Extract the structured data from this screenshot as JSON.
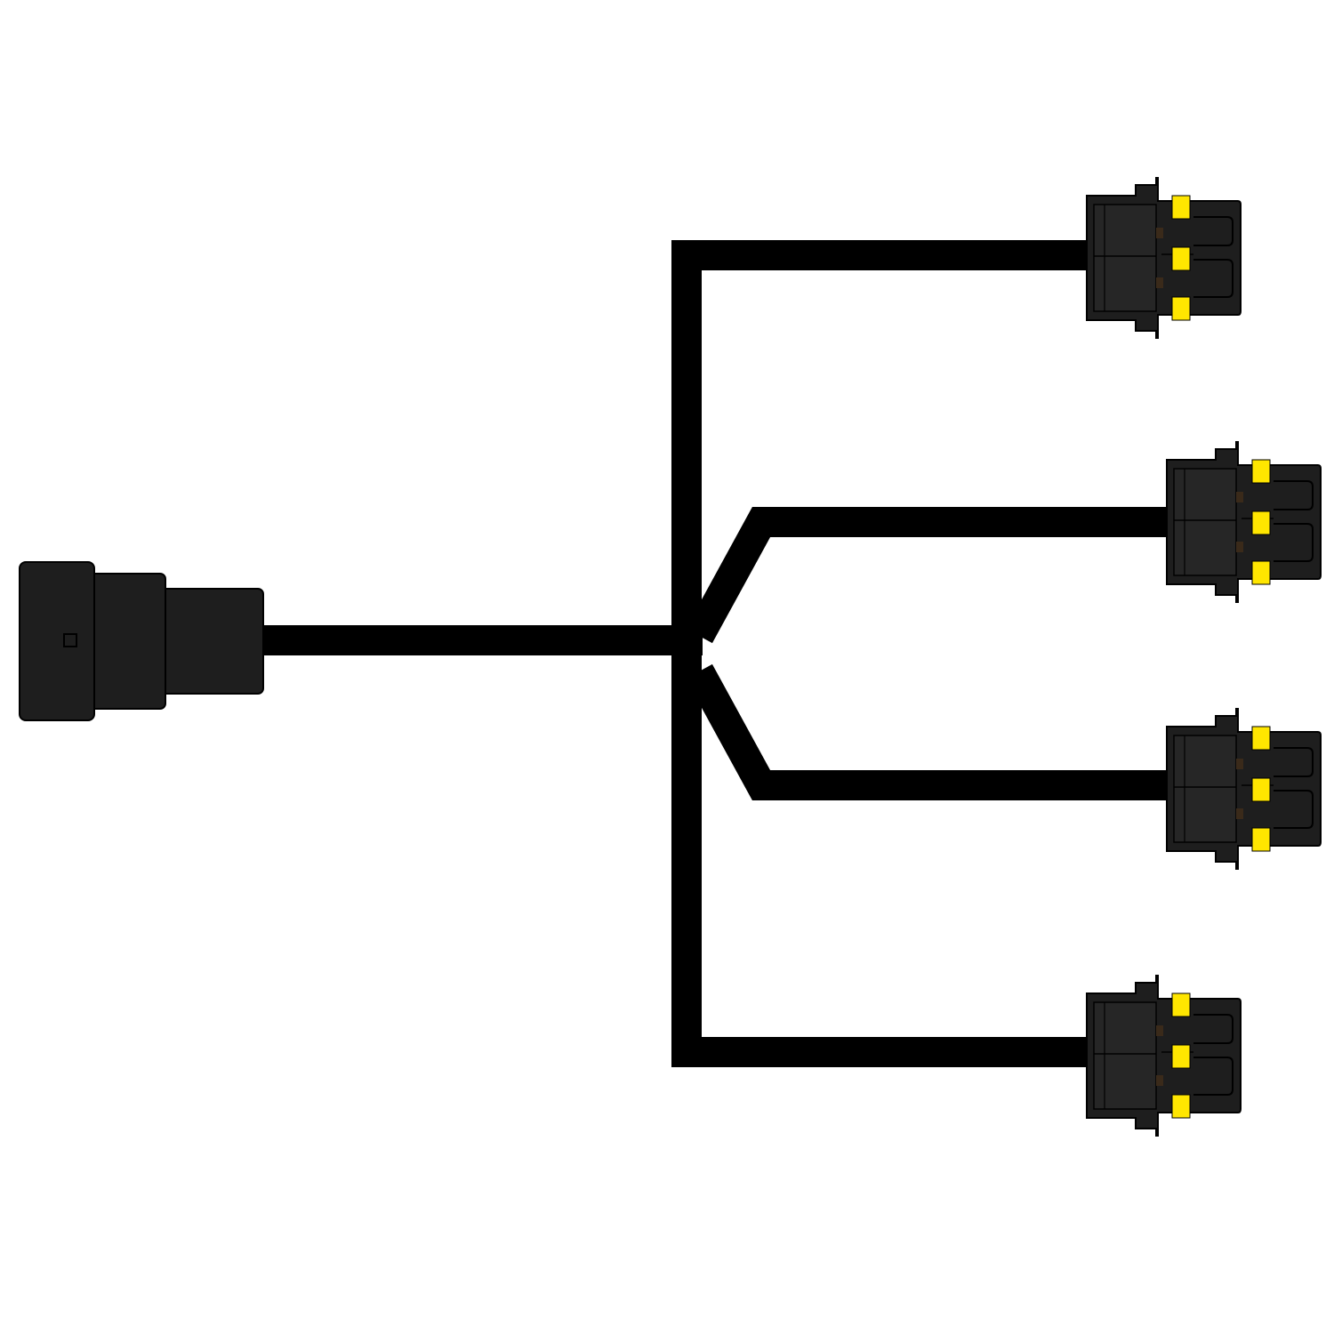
{
  "diagram": {
    "type": "wiring-harness",
    "description_visible_text": "",
    "colors": {
      "background": "#ffffff",
      "cable": "#000000",
      "connector_body": "#1e1e1e",
      "connector_edge": "#000000",
      "terminal": "#ffe600",
      "terminal_dark": "#3a2a1a"
    },
    "input_connector": {
      "name": "input-connector",
      "icon": "female-plug-icon",
      "sections": 3,
      "has_key_mark": true
    },
    "output_connectors": [
      {
        "name": "output-connector-1",
        "icon": "male-plug-icon",
        "terminals": 3
      },
      {
        "name": "output-connector-2",
        "icon": "male-plug-icon",
        "terminals": 3
      },
      {
        "name": "output-connector-3",
        "icon": "male-plug-icon",
        "terminals": 3
      },
      {
        "name": "output-connector-4",
        "icon": "male-plug-icon",
        "terminals": 3
      }
    ],
    "branch_count": 4
  }
}
